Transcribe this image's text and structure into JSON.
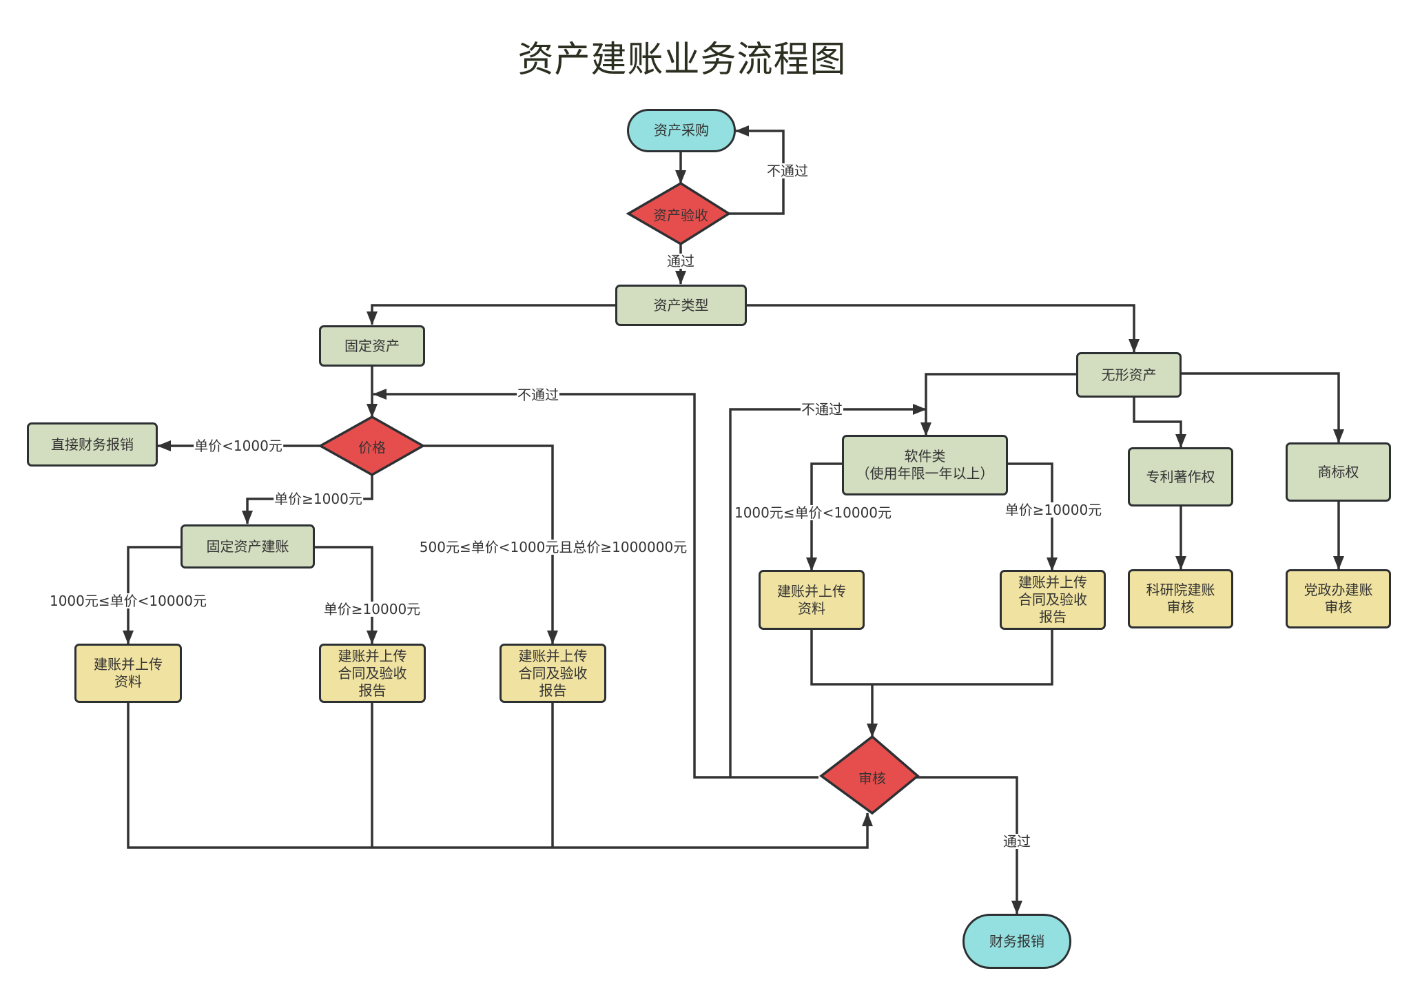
{
  "title": "资产建账业务流程图",
  "colors": {
    "terminal": "#94dfdf",
    "process": "#d3ddbf",
    "output": "#f0e2a0",
    "decision": "#e64e4d",
    "stroke": "#2c3033"
  },
  "nodes": {
    "purchase": "资产采购",
    "acceptance": "资产验收",
    "asset_type": "资产类型",
    "fixed_asset": "固定资产",
    "price": "价格",
    "direct_reimburse": "直接财务报销",
    "fixed_ledger": "固定资产建账",
    "fa_upload_docs": "建账并上传\n资料",
    "fa_upload_contract_1": "建账并上传\n合同及验收\n报告",
    "fa_upload_contract_2": "建账并上传\n合同及验收\n报告",
    "intangible": "无形资产",
    "software": "软件类\n（使用年限一年以上）",
    "patent": "专利著作权",
    "trademark": "商标权",
    "sw_upload_docs": "建账并上传\n资料",
    "sw_upload_contract": "建账并上传\n合同及验收\n报告",
    "research_review": "科研院建账\n审核",
    "party_office_review": "党政办建账\n审核",
    "review": "审核",
    "finance_reimburse": "财务报销"
  },
  "edge_labels": {
    "acceptance_fail": "不通过",
    "acceptance_pass": "通过",
    "price_lt_1000": "单价<1000元",
    "price_ge_1000": "单价≥1000元",
    "price_bulk": "500元≤单价<1000元且总价≥1000000元",
    "fa_1000_10000": "1000元≤单价<10000元",
    "fa_ge_10000": "单价≥10000元",
    "review_fail_fixed": "不通过",
    "review_fail_software": "不通过",
    "sw_1000_10000": "1000元≤单价<10000元",
    "sw_ge_10000": "单价≥10000元",
    "review_pass": "通过"
  }
}
